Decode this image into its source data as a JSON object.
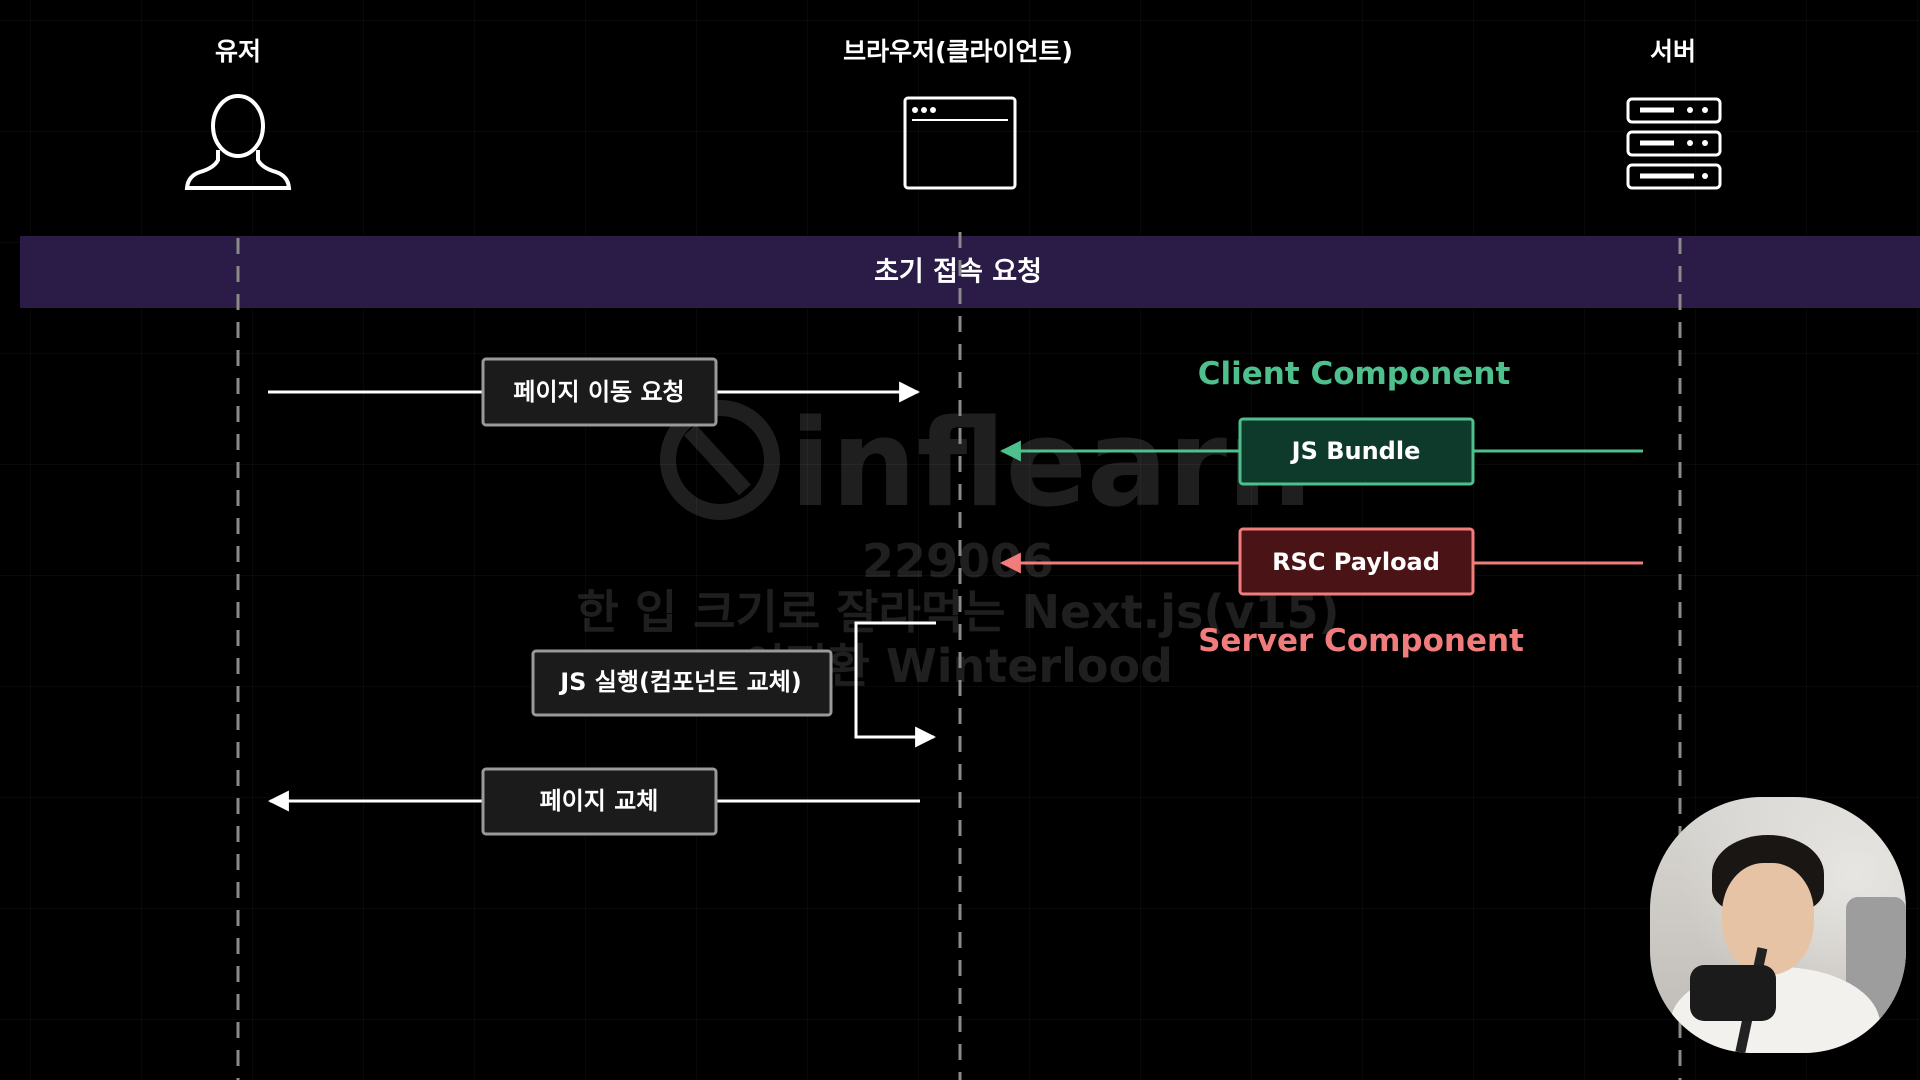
{
  "actors": {
    "user": "유저",
    "browser": "브라우저(클라이언트)",
    "server": "서버"
  },
  "phase_banner": "초기 접속 요청",
  "messages": {
    "page_move_request": "페이지 이동 요청",
    "js_bundle": "JS Bundle",
    "rsc_payload": "RSC Payload",
    "js_execute": "JS 실행(컴포넌트 교체)",
    "page_replace": "페이지 교체"
  },
  "labels": {
    "client_component": "Client Component",
    "server_component": "Server Component"
  },
  "watermark": {
    "logo": "inflearn",
    "id": "229006",
    "course": "한 입 크기로 잘라먹는 Next.js(v15)",
    "author": "이정환 Winterlood"
  },
  "colors": {
    "background": "#000000",
    "banner": "#2b1b47",
    "client_accent": "#4fc08d",
    "client_box_fill": "#0d3a2a",
    "server_accent": "#f07c7c",
    "server_box_fill": "#4a1416",
    "neutral_box_fill": "#1b1b1b",
    "neutral_box_border": "#9a9a9a",
    "lifeline": "#8a8a8a"
  },
  "icons": {
    "user": "user-silhouette-icon",
    "browser": "browser-window-icon",
    "server": "server-rack-icon"
  }
}
